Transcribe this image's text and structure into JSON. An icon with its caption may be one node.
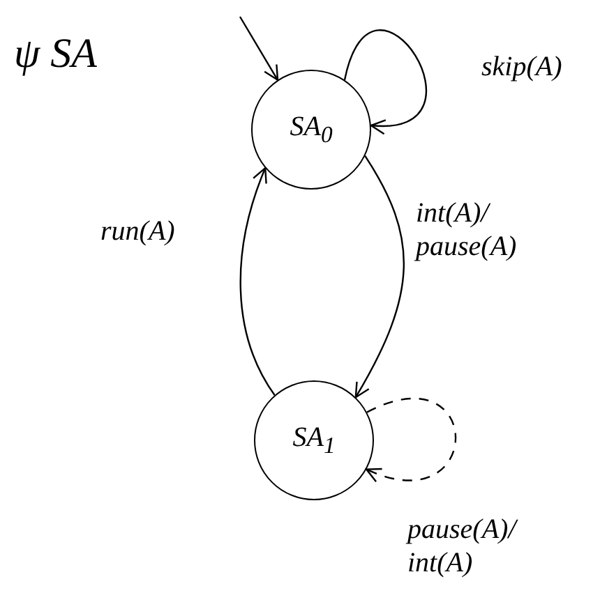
{
  "diagram": {
    "title": "ψ SA",
    "nodes": [
      {
        "text": [
          "SA$_{0}$"
        ]
      },
      {
        "text": [
          "SA$_{1}$"
        ]
      }
    ],
    "edges": [
      {
        "from": null,
        "to": 0,
        "arrow": "to"
      },
      {
        "from": 0,
        "to": 0,
        "arrow": "to",
        "label": "skip(A)"
      },
      {
        "from": 0,
        "to": 1,
        "arrow": "to",
        "label": "int(A)/ pause(A)"
      },
      {
        "from": 1,
        "to": 0,
        "arrow": "to",
        "label": "run(A)"
      },
      {
        "from": 1,
        "to": 1,
        "arrow": "to",
        "label": "pause(A)/ int(A)",
        "style": "dashed"
      }
    ]
  }
}
